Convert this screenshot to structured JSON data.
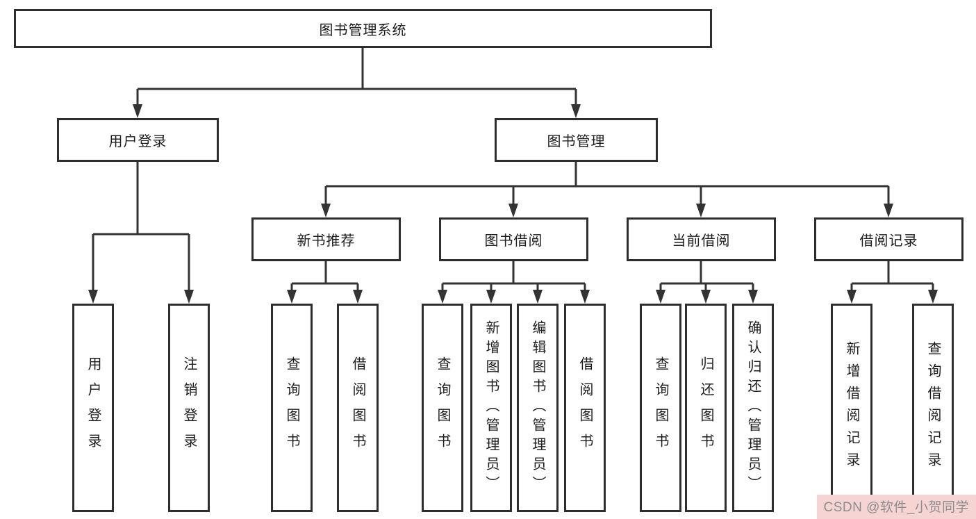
{
  "root": {
    "label": "图书管理系统"
  },
  "level2": [
    {
      "label": "用户登录"
    },
    {
      "label": "图书管理"
    }
  ],
  "level3": [
    {
      "label": "新书推荐"
    },
    {
      "label": "图书借阅"
    },
    {
      "label": "当前借阅"
    },
    {
      "label": "借阅记录"
    }
  ],
  "leaves": [
    {
      "label": "用户登录"
    },
    {
      "label": "注销登录"
    },
    {
      "label": "查询图书"
    },
    {
      "label": "借阅图书"
    },
    {
      "label": "查询图书"
    },
    {
      "label": "新增图书（管理员）"
    },
    {
      "label": "编辑图书（管理员）"
    },
    {
      "label": "借阅图书"
    },
    {
      "label": "查询图书"
    },
    {
      "label": "归还图书"
    },
    {
      "label": "确认归还（管理员）"
    },
    {
      "label": "新增借阅记录"
    },
    {
      "label": "查询借阅记录"
    }
  ],
  "watermark": {
    "text": "CSDN @软件_小贺同学"
  }
}
